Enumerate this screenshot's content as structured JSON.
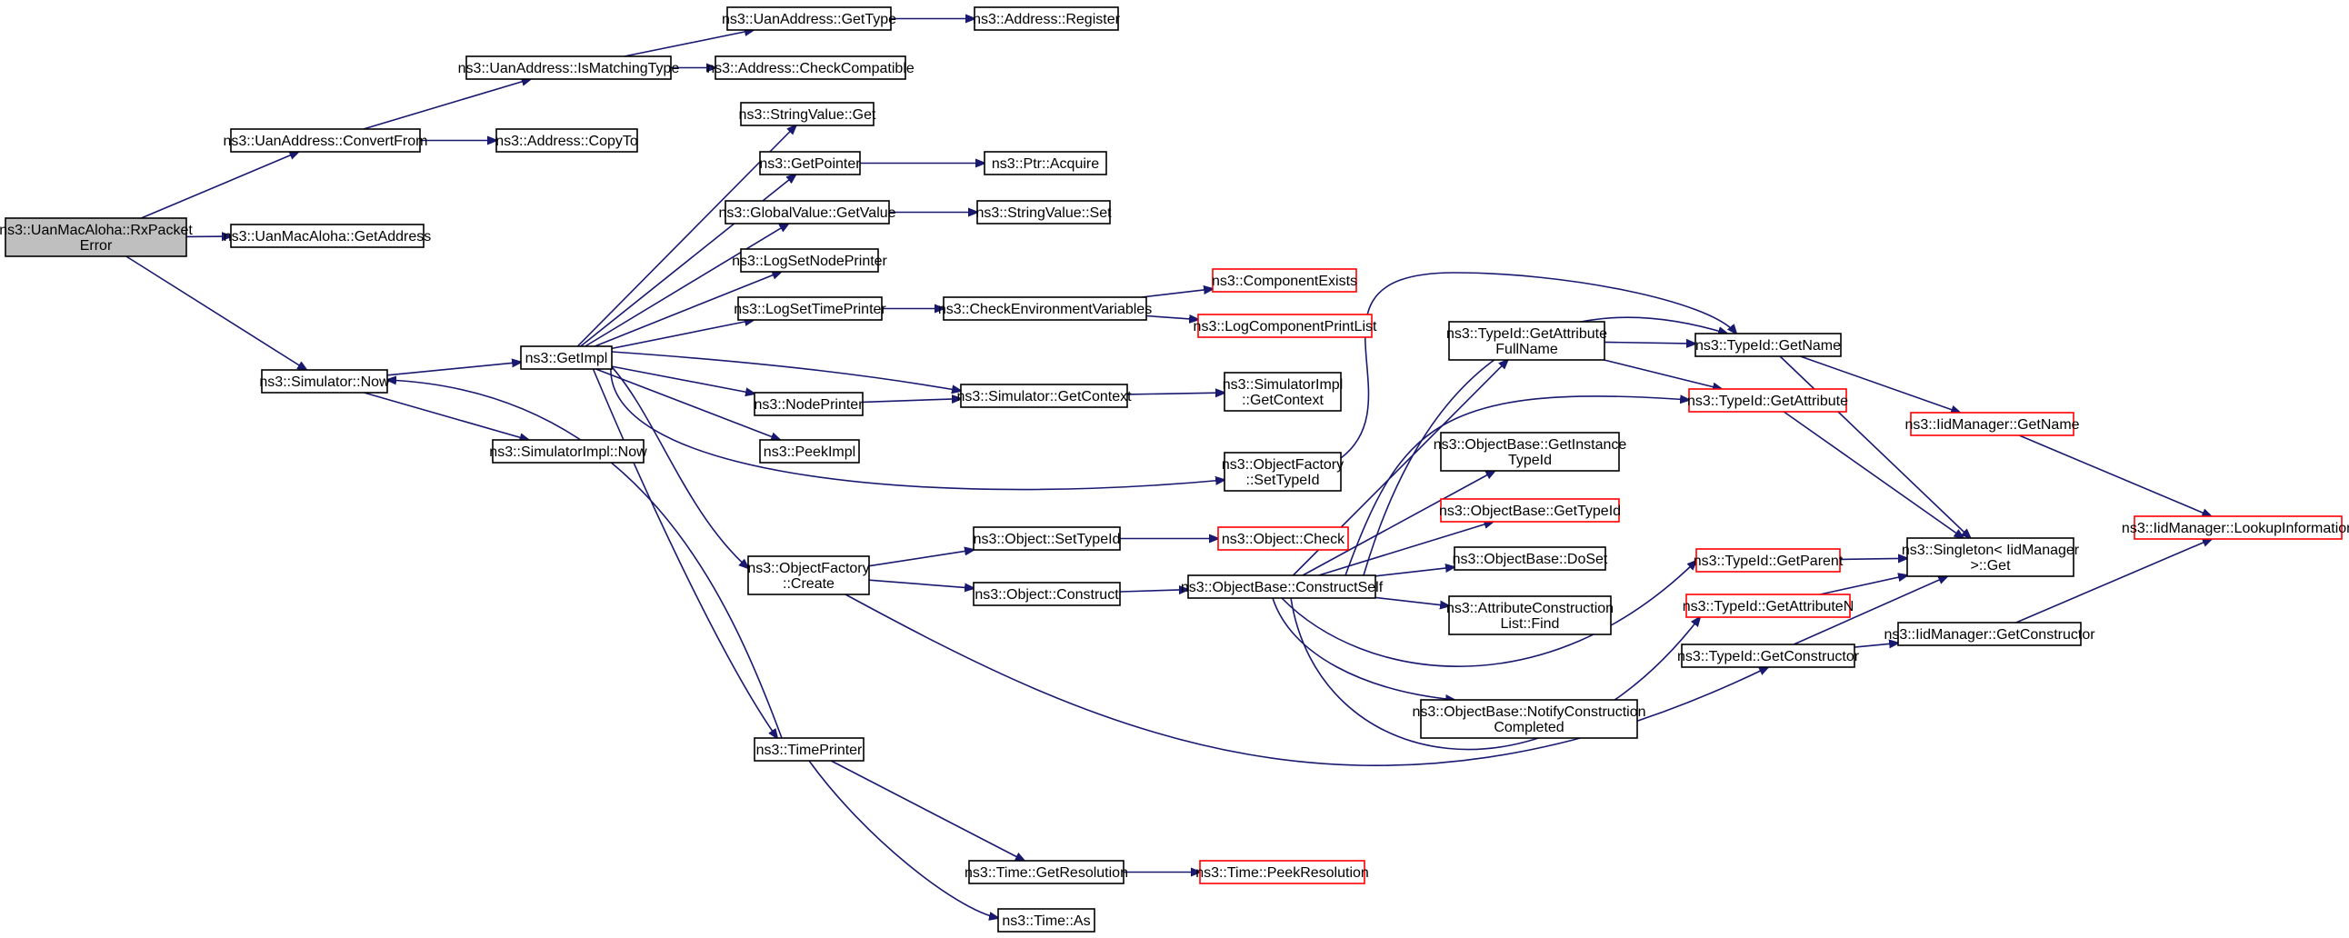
{
  "colors": {
    "edge": "#191970",
    "node_border": "#000000",
    "truncated_border": "#ff0000",
    "root_fill": "#bfbfbf",
    "node_fill": "#ffffff"
  },
  "nodes": [
    {
      "id": "rxpacketerror",
      "lines": [
        "ns3::UanMacAloha::RxPacket",
        "Error"
      ],
      "style": "root"
    },
    {
      "id": "uanaddress-convertfrom",
      "lines": [
        "ns3::UanAddress::ConvertFrom"
      ],
      "style": "normal"
    },
    {
      "id": "uanmacaloha-getaddress",
      "lines": [
        "ns3::UanMacAloha::GetAddress"
      ],
      "style": "normal"
    },
    {
      "id": "simulator-now",
      "lines": [
        "ns3::Simulator::Now"
      ],
      "style": "normal"
    },
    {
      "id": "uanaddress-ismatchingtype",
      "lines": [
        "ns3::UanAddress::IsMatchingType"
      ],
      "style": "normal"
    },
    {
      "id": "address-copyto",
      "lines": [
        "ns3::Address::CopyTo"
      ],
      "style": "normal"
    },
    {
      "id": "uanaddress-gettype",
      "lines": [
        "ns3::UanAddress::GetType"
      ],
      "style": "normal"
    },
    {
      "id": "address-checkcompatible",
      "lines": [
        "ns3::Address::CheckCompatible"
      ],
      "style": "normal"
    },
    {
      "id": "address-register",
      "lines": [
        "ns3::Address::Register"
      ],
      "style": "normal"
    },
    {
      "id": "getimpl",
      "lines": [
        "ns3::GetImpl"
      ],
      "style": "normal"
    },
    {
      "id": "simulatorimpl-now",
      "lines": [
        "ns3::SimulatorImpl::Now"
      ],
      "style": "normal"
    },
    {
      "id": "stringvalue-get",
      "lines": [
        "ns3::StringValue::Get"
      ],
      "style": "normal"
    },
    {
      "id": "getpointer",
      "lines": [
        "ns3::GetPointer"
      ],
      "style": "normal"
    },
    {
      "id": "globalvalue-getvalue",
      "lines": [
        "ns3::GlobalValue::GetValue"
      ],
      "style": "normal"
    },
    {
      "id": "logsetnodeprinter",
      "lines": [
        "ns3::LogSetNodePrinter"
      ],
      "style": "normal"
    },
    {
      "id": "logsettimeprinter",
      "lines": [
        "ns3::LogSetTimePrinter"
      ],
      "style": "normal"
    },
    {
      "id": "nodeprinter",
      "lines": [
        "ns3::NodePrinter"
      ],
      "style": "normal"
    },
    {
      "id": "peekimpl",
      "lines": [
        "ns3::PeekImpl"
      ],
      "style": "normal"
    },
    {
      "id": "objectfactory-create",
      "lines": [
        "ns3::ObjectFactory",
        "::Create"
      ],
      "style": "normal"
    },
    {
      "id": "timeprinter",
      "lines": [
        "ns3::TimePrinter"
      ],
      "style": "normal"
    },
    {
      "id": "ptr-acquire",
      "lines": [
        "ns3::Ptr::Acquire"
      ],
      "style": "normal"
    },
    {
      "id": "stringvalue-set",
      "lines": [
        "ns3::StringValue::Set"
      ],
      "style": "normal"
    },
    {
      "id": "checkenvironmentvariables",
      "lines": [
        "ns3::CheckEnvironmentVariables"
      ],
      "style": "normal"
    },
    {
      "id": "componentexists",
      "lines": [
        "ns3::ComponentExists"
      ],
      "style": "truncated"
    },
    {
      "id": "logcomponentprintlist",
      "lines": [
        "ns3::LogComponentPrintList"
      ],
      "style": "truncated"
    },
    {
      "id": "simulator-getcontext",
      "lines": [
        "ns3::Simulator::GetContext"
      ],
      "style": "normal"
    },
    {
      "id": "simulatorimpl-getcontext",
      "lines": [
        "ns3::SimulatorImpl",
        "::GetContext"
      ],
      "style": "normal"
    },
    {
      "id": "objectfactory-settypeid",
      "lines": [
        "ns3::ObjectFactory",
        "::SetTypeId"
      ],
      "style": "normal"
    },
    {
      "id": "object-settypeid",
      "lines": [
        "ns3::Object::SetTypeId"
      ],
      "style": "normal"
    },
    {
      "id": "object-check",
      "lines": [
        "ns3::Object::Check"
      ],
      "style": "truncated"
    },
    {
      "id": "object-construct",
      "lines": [
        "ns3::Object::Construct"
      ],
      "style": "normal"
    },
    {
      "id": "objectbase-constructself",
      "lines": [
        "ns3::ObjectBase::ConstructSelf"
      ],
      "style": "normal"
    },
    {
      "id": "time-getresolution",
      "lines": [
        "ns3::Time::GetResolution"
      ],
      "style": "normal"
    },
    {
      "id": "time-peekresolution",
      "lines": [
        "ns3::Time::PeekResolution"
      ],
      "style": "truncated"
    },
    {
      "id": "time-as",
      "lines": [
        "ns3::Time::As"
      ],
      "style": "normal"
    },
    {
      "id": "typeid-getattributefullname",
      "lines": [
        "ns3::TypeId::GetAttribute",
        "FullName"
      ],
      "style": "normal"
    },
    {
      "id": "objectbase-getinstancetypeid",
      "lines": [
        "ns3::ObjectBase::GetInstance",
        "TypeId"
      ],
      "style": "normal"
    },
    {
      "id": "objectbase-gettypeid",
      "lines": [
        "ns3::ObjectBase::GetTypeId"
      ],
      "style": "truncated"
    },
    {
      "id": "objectbase-doset",
      "lines": [
        "ns3::ObjectBase::DoSet"
      ],
      "style": "normal"
    },
    {
      "id": "attributeconstructionlist-find",
      "lines": [
        "ns3::AttributeConstruction",
        "List::Find"
      ],
      "style": "normal"
    },
    {
      "id": "objectbase-notifyconstructioncompleted",
      "lines": [
        "ns3::ObjectBase::NotifyConstruction",
        "Completed"
      ],
      "style": "normal"
    },
    {
      "id": "typeid-getname",
      "lines": [
        "ns3::TypeId::GetName"
      ],
      "style": "normal"
    },
    {
      "id": "typeid-getattribute",
      "lines": [
        "ns3::TypeId::GetAttribute"
      ],
      "style": "truncated"
    },
    {
      "id": "typeid-getparent",
      "lines": [
        "ns3::TypeId::GetParent"
      ],
      "style": "truncated"
    },
    {
      "id": "typeid-getattributen",
      "lines": [
        "ns3::TypeId::GetAttributeN"
      ],
      "style": "truncated"
    },
    {
      "id": "typeid-getconstructor",
      "lines": [
        "ns3::TypeId::GetConstructor"
      ],
      "style": "normal"
    },
    {
      "id": "iidmanager-getname",
      "lines": [
        "ns3::IidManager::GetName"
      ],
      "style": "truncated"
    },
    {
      "id": "singleton-iidmanager-get",
      "lines": [
        "ns3::Singleton< IidManager",
        " >::Get"
      ],
      "style": "normal"
    },
    {
      "id": "iidmanager-getconstructor",
      "lines": [
        "ns3::IidManager::GetConstructor"
      ],
      "style": "normal"
    },
    {
      "id": "iidmanager-lookupinformation",
      "lines": [
        "ns3::IidManager::LookupInformation"
      ],
      "style": "truncated"
    }
  ],
  "edges": [
    [
      "rxpacketerror",
      "uanaddress-convertfrom"
    ],
    [
      "rxpacketerror",
      "uanmacaloha-getaddress"
    ],
    [
      "rxpacketerror",
      "simulator-now"
    ],
    [
      "uanaddress-convertfrom",
      "uanaddress-ismatchingtype"
    ],
    [
      "uanaddress-convertfrom",
      "address-copyto"
    ],
    [
      "uanaddress-ismatchingtype",
      "uanaddress-gettype"
    ],
    [
      "uanaddress-ismatchingtype",
      "address-checkcompatible"
    ],
    [
      "uanaddress-gettype",
      "address-register"
    ],
    [
      "simulator-now",
      "getimpl"
    ],
    [
      "simulator-now",
      "simulatorimpl-now"
    ],
    [
      "getimpl",
      "stringvalue-get"
    ],
    [
      "getimpl",
      "getpointer"
    ],
    [
      "getimpl",
      "globalvalue-getvalue"
    ],
    [
      "getimpl",
      "logsetnodeprinter"
    ],
    [
      "getimpl",
      "logsettimeprinter"
    ],
    [
      "getimpl",
      "nodeprinter"
    ],
    [
      "getimpl",
      "peekimpl"
    ],
    [
      "getimpl",
      "objectfactory-create"
    ],
    [
      "getimpl",
      "timeprinter"
    ],
    [
      "getimpl",
      "simulator-getcontext"
    ],
    [
      "getimpl",
      "objectfactory-settypeid"
    ],
    [
      "getpointer",
      "ptr-acquire"
    ],
    [
      "globalvalue-getvalue",
      "stringvalue-set"
    ],
    [
      "logsettimeprinter",
      "checkenvironmentvariables"
    ],
    [
      "checkenvironmentvariables",
      "componentexists"
    ],
    [
      "checkenvironmentvariables",
      "logcomponentprintlist"
    ],
    [
      "nodeprinter",
      "simulator-getcontext"
    ],
    [
      "simulator-getcontext",
      "simulatorimpl-getcontext"
    ],
    [
      "objectfactory-settypeid",
      "typeid-getname"
    ],
    [
      "objectfactory-create",
      "object-settypeid"
    ],
    [
      "objectfactory-create",
      "object-construct"
    ],
    [
      "objectfactory-create",
      "typeid-getconstructor"
    ],
    [
      "object-settypeid",
      "object-check"
    ],
    [
      "object-construct",
      "objectbase-constructself"
    ],
    [
      "timeprinter",
      "simulator-now"
    ],
    [
      "timeprinter",
      "time-getresolution"
    ],
    [
      "timeprinter",
      "time-as"
    ],
    [
      "time-getresolution",
      "time-peekresolution"
    ],
    [
      "objectbase-constructself",
      "typeid-getattributefullname"
    ],
    [
      "objectbase-constructself",
      "objectbase-getinstancetypeid"
    ],
    [
      "objectbase-constructself",
      "objectbase-gettypeid"
    ],
    [
      "objectbase-constructself",
      "objectbase-doset"
    ],
    [
      "objectbase-constructself",
      "attributeconstructionlist-find"
    ],
    [
      "objectbase-constructself",
      "objectbase-notifyconstructioncompleted"
    ],
    [
      "objectbase-constructself",
      "typeid-getname"
    ],
    [
      "objectbase-constructself",
      "typeid-getattribute"
    ],
    [
      "objectbase-constructself",
      "typeid-getparent"
    ],
    [
      "objectbase-constructself",
      "typeid-getattributen"
    ],
    [
      "typeid-getattributefullname",
      "typeid-getname"
    ],
    [
      "typeid-getattributefullname",
      "typeid-getattribute"
    ],
    [
      "typeid-getname",
      "iidmanager-getname"
    ],
    [
      "typeid-getname",
      "singleton-iidmanager-get"
    ],
    [
      "typeid-getattribute",
      "singleton-iidmanager-get"
    ],
    [
      "typeid-getparent",
      "singleton-iidmanager-get"
    ],
    [
      "typeid-getattributen",
      "singleton-iidmanager-get"
    ],
    [
      "typeid-getconstructor",
      "singleton-iidmanager-get"
    ],
    [
      "typeid-getconstructor",
      "iidmanager-getconstructor"
    ],
    [
      "iidmanager-getname",
      "iidmanager-lookupinformation"
    ],
    [
      "iidmanager-getconstructor",
      "iidmanager-lookupinformation"
    ]
  ]
}
